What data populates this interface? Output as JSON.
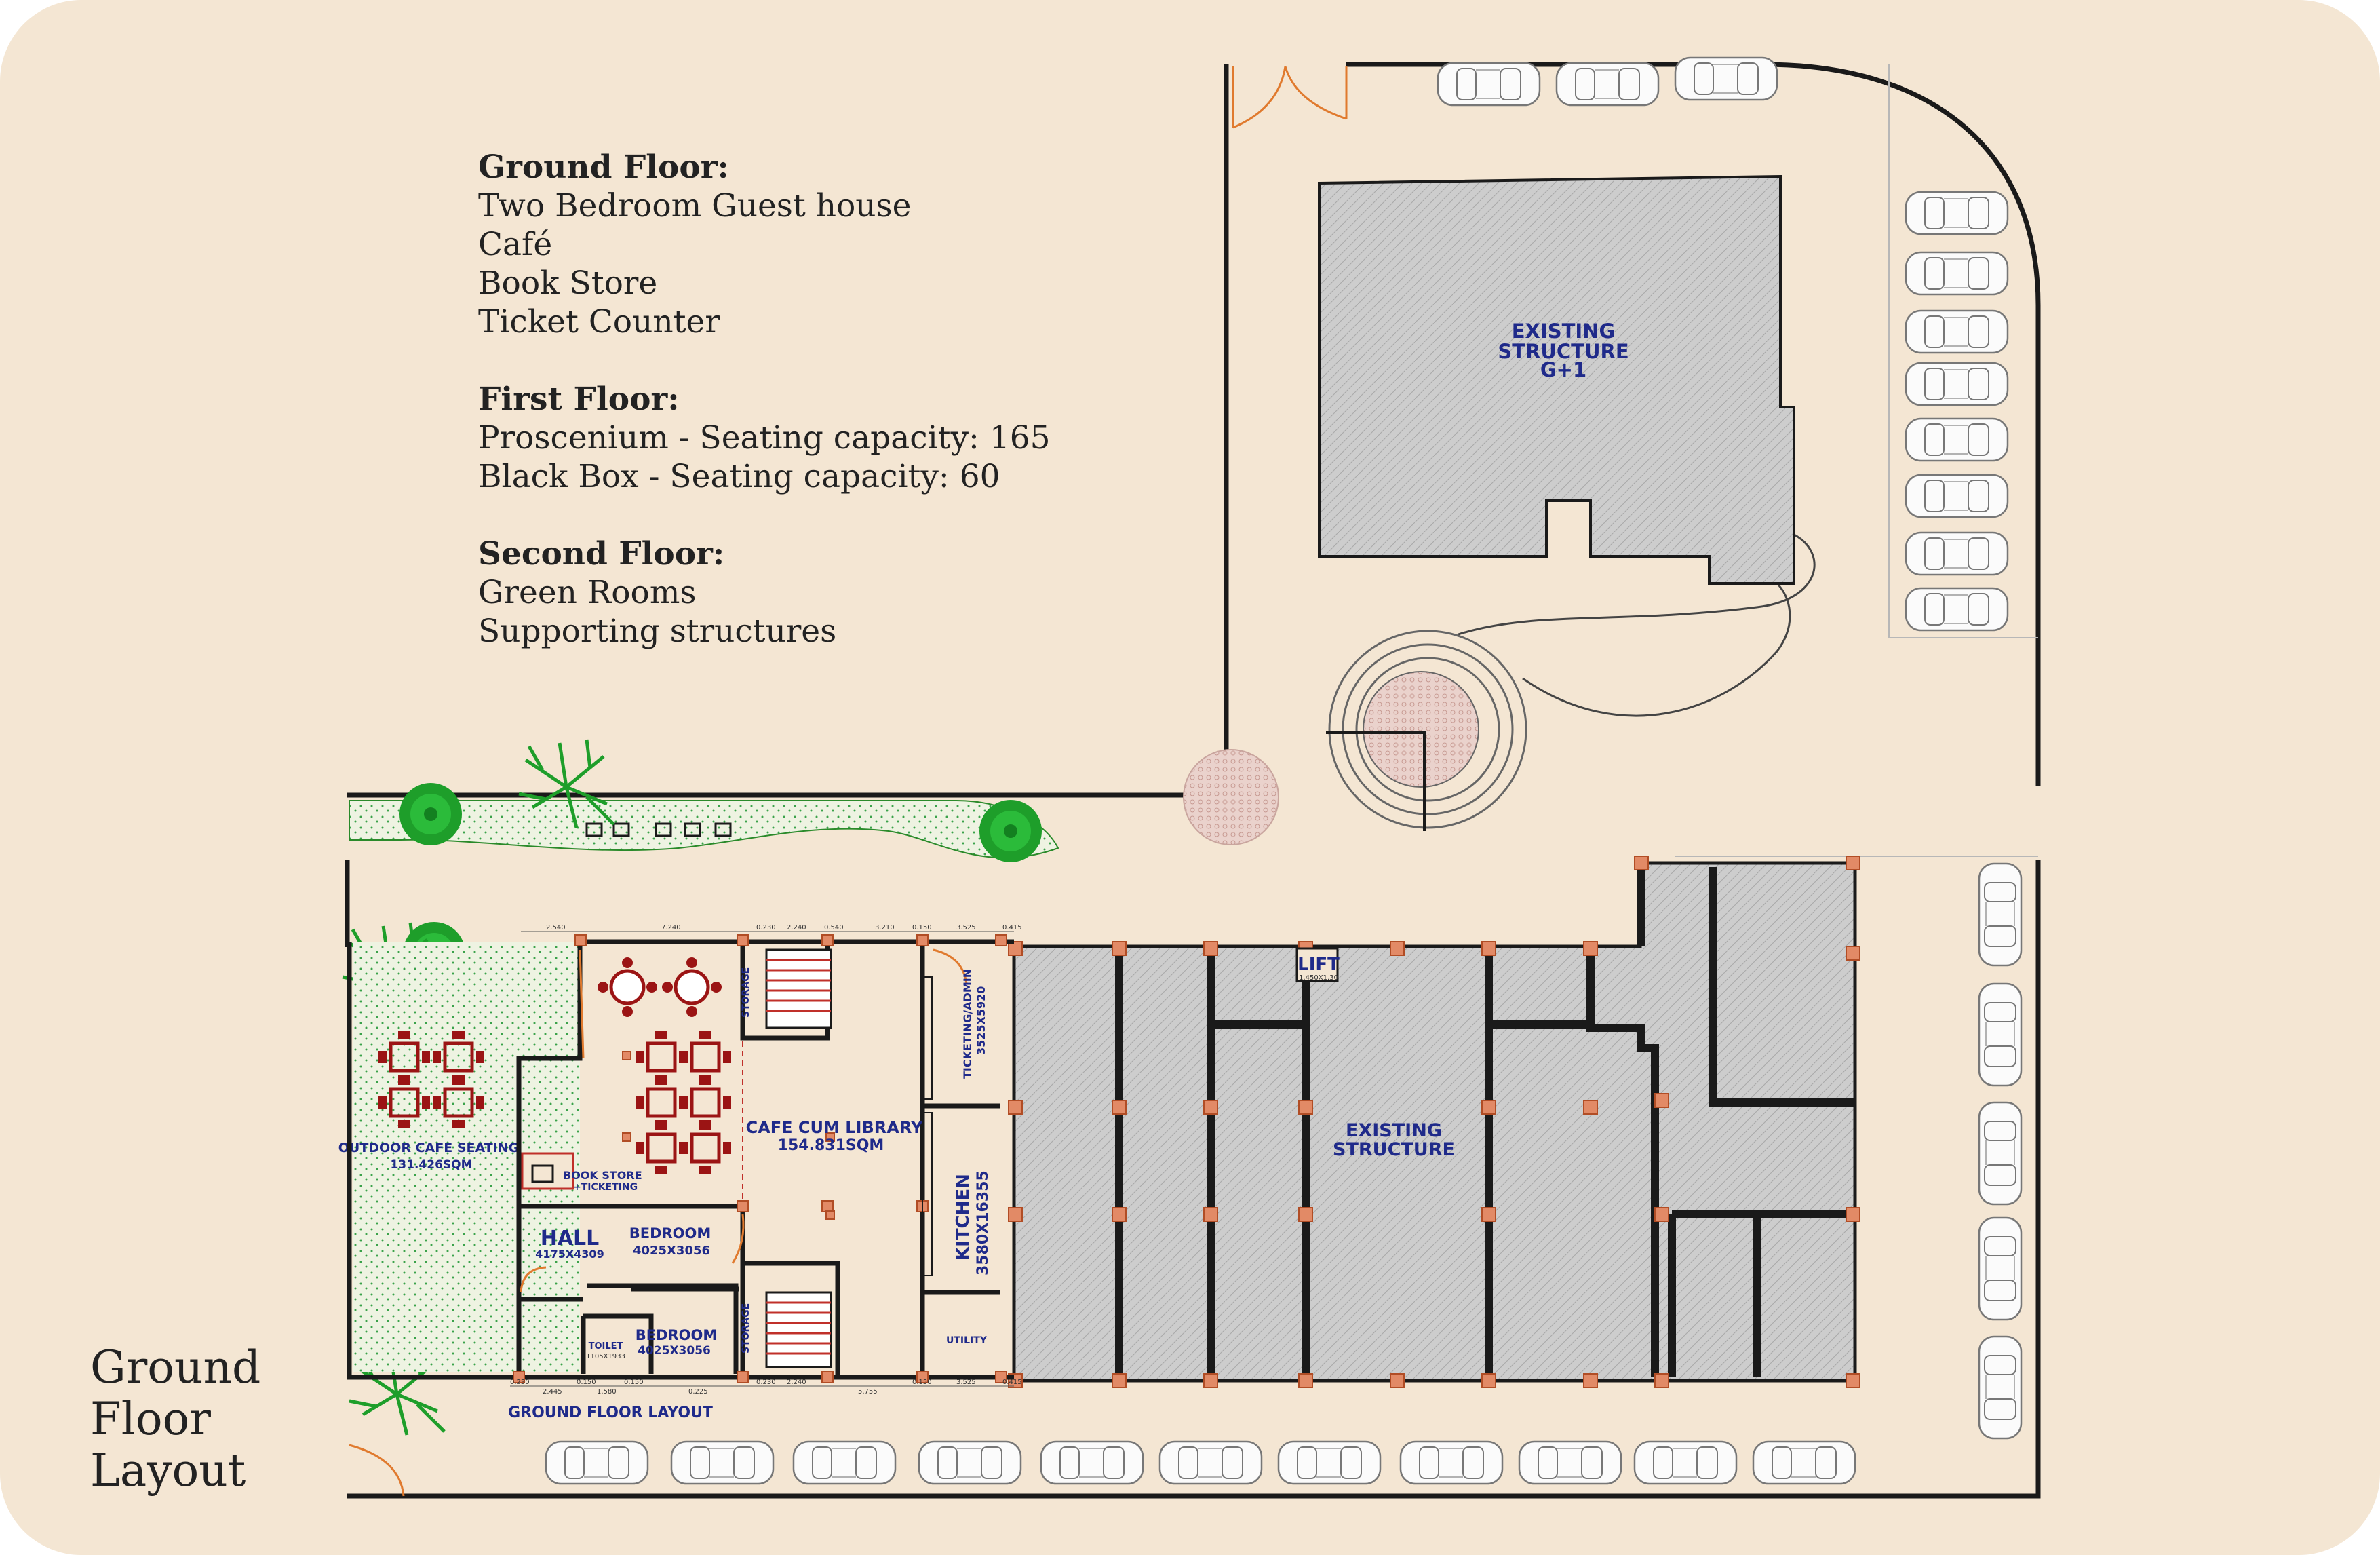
{
  "notes": {
    "ground": {
      "heading": "Ground Floor:",
      "items": [
        "Two Bedroom Guest house",
        "Café",
        "Book Store",
        "Ticket Counter"
      ]
    },
    "first": {
      "heading": "First Floor:",
      "items": [
        "Proscenium - Seating capacity: 165",
        "Black Box - Seating capacity: 60"
      ]
    },
    "second": {
      "heading": "Second Floor:",
      "items": [
        "Green Rooms",
        "Supporting structures"
      ]
    }
  },
  "corner_title": [
    "Ground",
    "Floor",
    "Layout"
  ],
  "plan_labels": {
    "existing_structure_top": [
      "EXISTING",
      "STRUCTURE",
      "G+1"
    ],
    "existing_structure_main": [
      "EXISTING",
      "STRUCTURE"
    ],
    "lift": "LIFT",
    "lift_dim": "1.450X1.30",
    "cafe": "CAFE CUM LIBRARY",
    "cafe_area": "154.831SQM",
    "outdoor": "OUTDOOR CAFE SEATING",
    "outdoor_area": "131.426SQM",
    "bookstore_1": "BOOK STORE",
    "bookstore_2": "+TICKETING",
    "hall": "HALL",
    "hall_dim": "4175X4309",
    "bedroom1": "BEDROOM",
    "bedroom1_dim": "4025X3056",
    "bedroom2": "BEDROOM",
    "bedroom2_dim": "4025X3056",
    "toilet": "TOILET",
    "toilet_dim": "1105X1933",
    "storage_top": "STORAGE",
    "storage_bottom": "STORAGE",
    "ticketing": "TICKETING/ADMIN",
    "ticketing_dim": "3525X5920",
    "kitchen": "KITCHEN",
    "kitchen_dim": "3580X16355",
    "utility": "UTILITY",
    "layout_caption": "GROUND FLOOR LAYOUT"
  },
  "dimensions": {
    "top": [
      "2.540",
      "7.240",
      "0.230",
      "2.240",
      "0.540",
      "3.210",
      "0.150",
      "3.525",
      "0.415"
    ],
    "bottom": [
      "0.230",
      "2.445",
      "0.150",
      "1.580",
      "0.150",
      "0.225",
      "0.230",
      "2.240",
      "5.755",
      "0.150",
      "3.525",
      "0.415"
    ]
  },
  "colors": {
    "sheet": "#f4e6d3",
    "wall": "#1a1a1a",
    "hatch_fill": "#cdcdcd",
    "column": "#d96a3c",
    "furniture": "#9b1414",
    "label": "#1f2a8a",
    "tree": "#1e9e2a",
    "paving": "#e6c9c3"
  }
}
